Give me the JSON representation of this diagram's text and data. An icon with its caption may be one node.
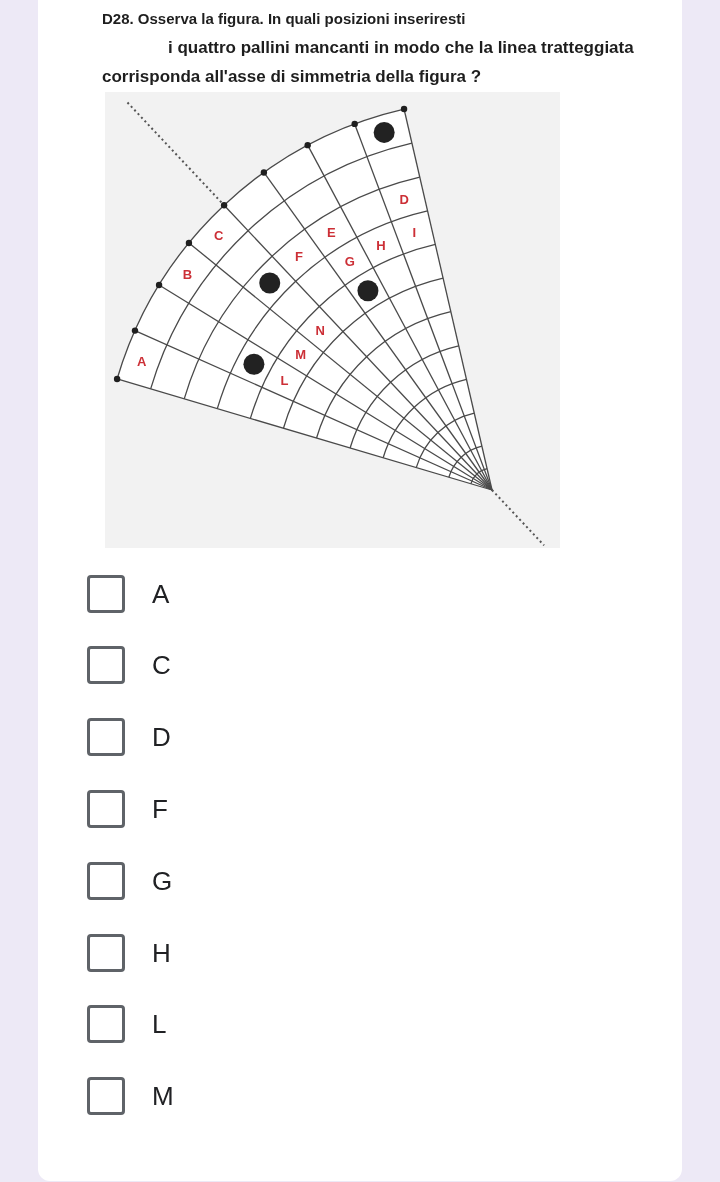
{
  "diagram": {
    "title": "D28. Osserva la figura. In quali posizioni inseriresti i quattro pallini mancanti in modo che la linea tratteggiata corrisponda all'asse di simmetria della figura ?",
    "labels": [
      "D",
      "C",
      "E",
      "H",
      "I",
      "B",
      "F",
      "G",
      "N",
      "A",
      "M",
      "L",
      "A",
      "C",
      "D",
      "F",
      "G",
      "H",
      "L",
      "M"
    ]
  }
}
